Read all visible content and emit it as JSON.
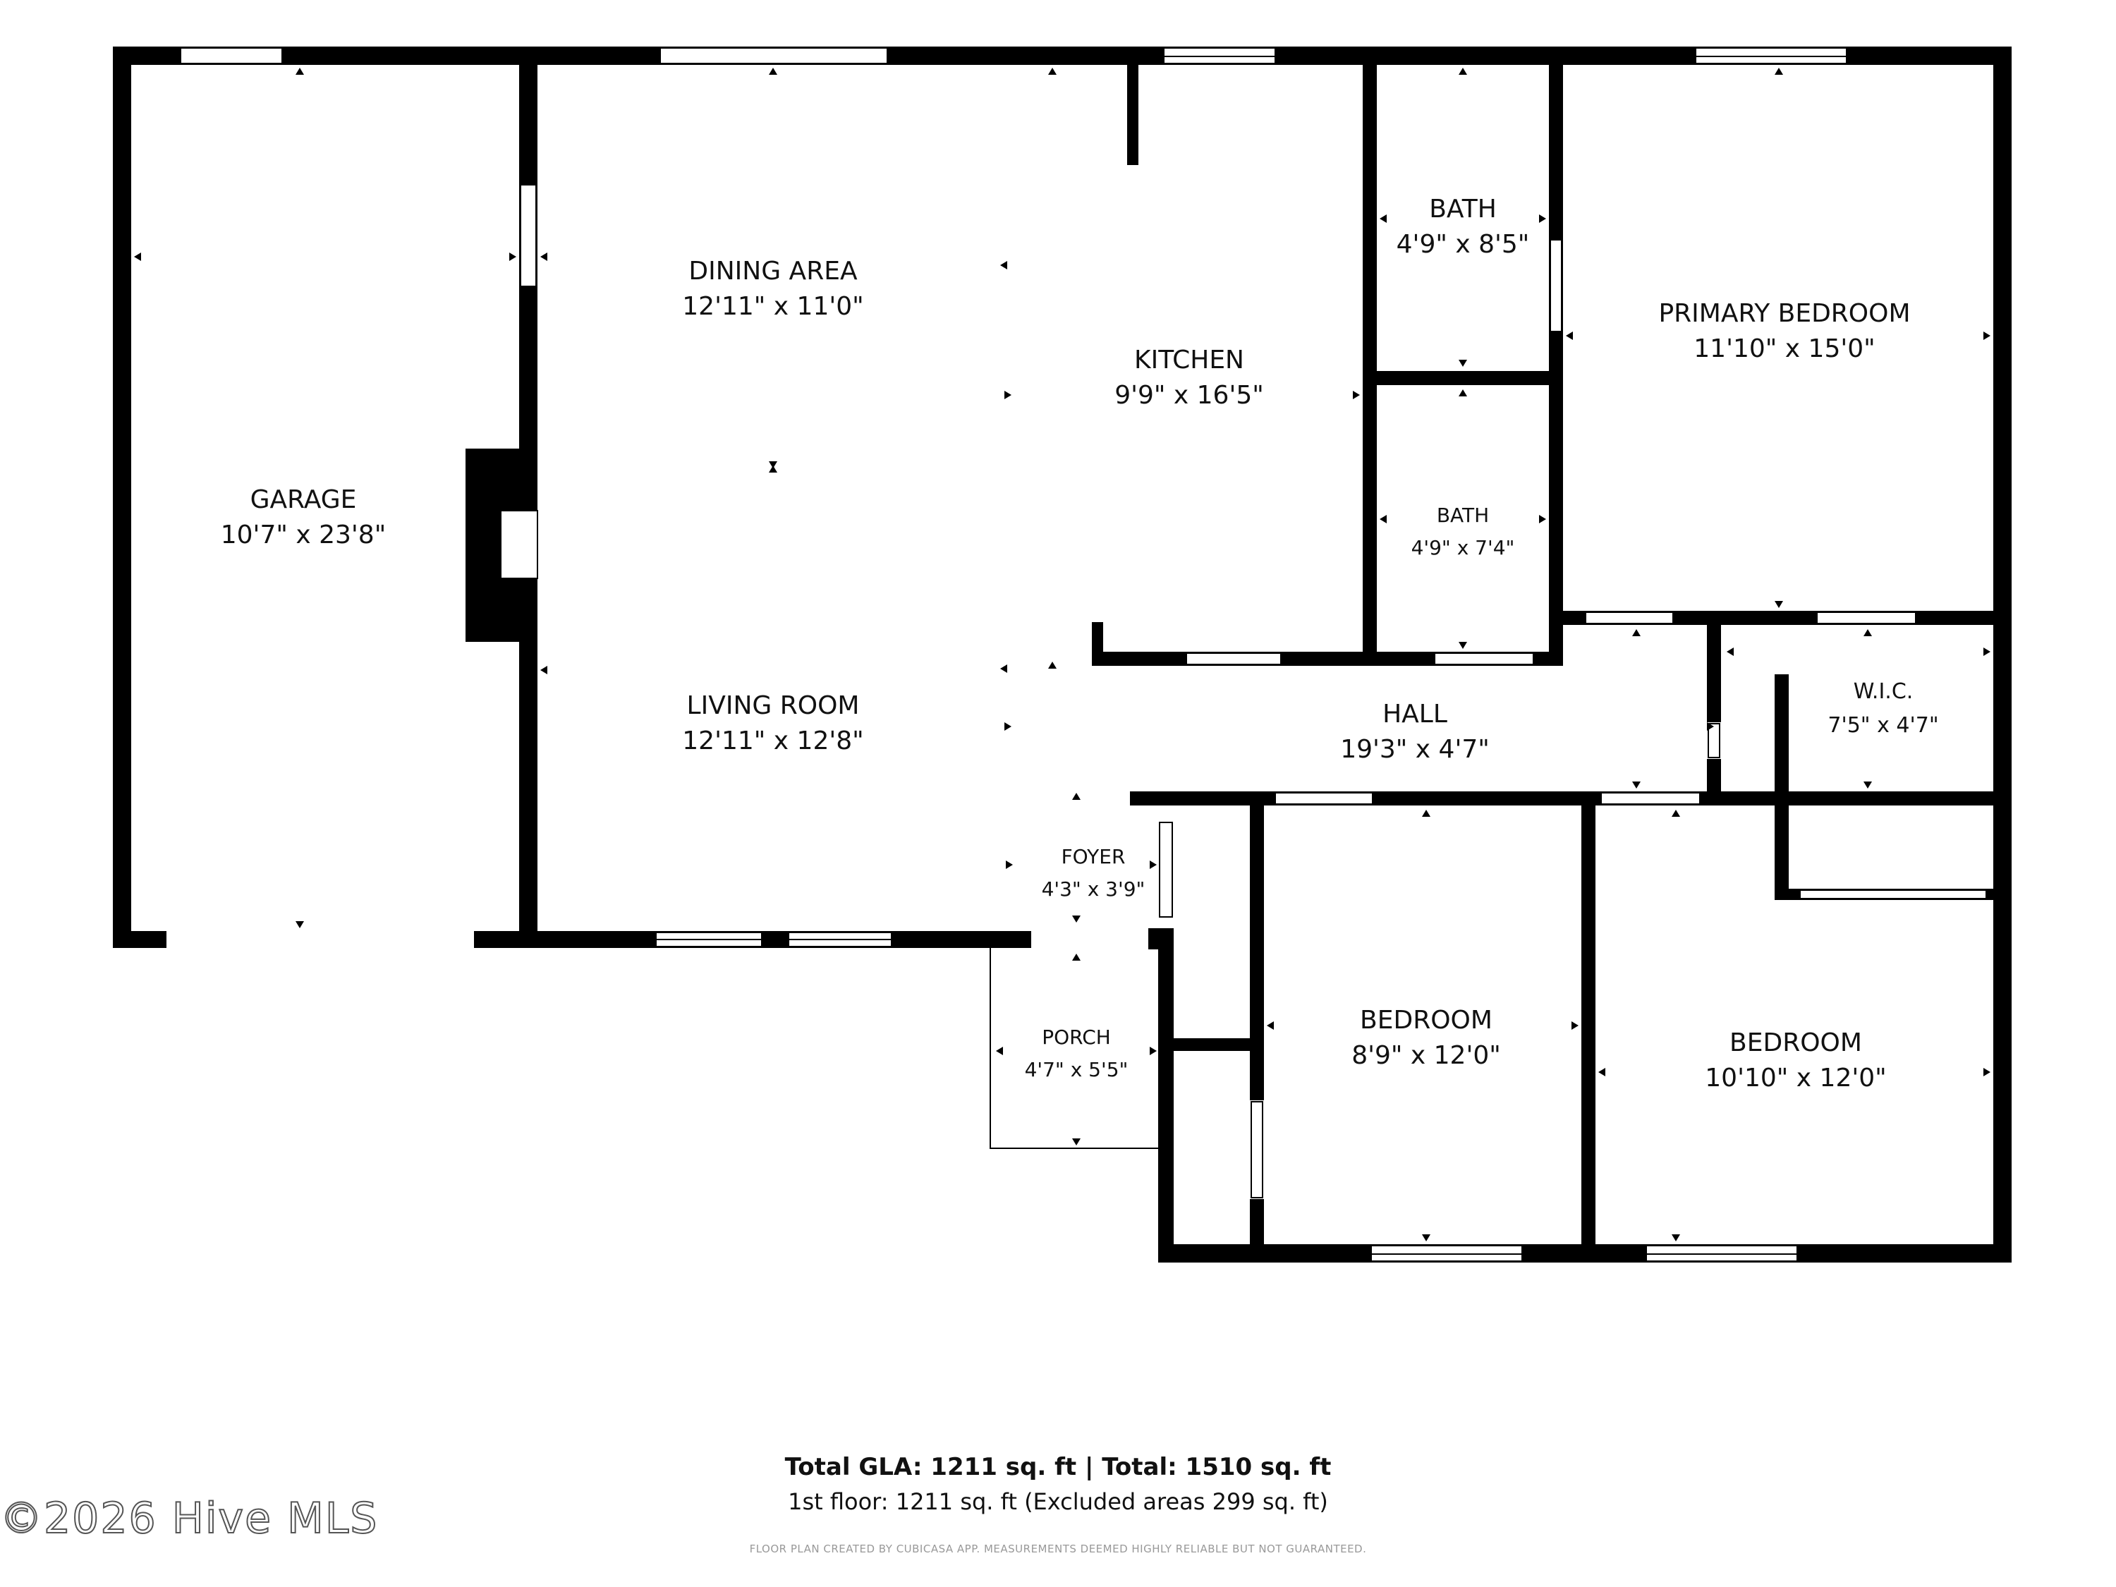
{
  "rooms": {
    "garage": {
      "name": "GARAGE",
      "dims": "10'7\" x 23'8\""
    },
    "dining": {
      "name": "DINING AREA",
      "dims": "12'11\" x 11'0\""
    },
    "kitchen": {
      "name": "KITCHEN",
      "dims": "9'9\" x 16'5\""
    },
    "bath1": {
      "name": "BATH",
      "dims": "4'9\" x 8'5\""
    },
    "bath2": {
      "name": "BATH",
      "dims": "4'9\" x 7'4\""
    },
    "primary": {
      "name": "PRIMARY BEDROOM",
      "dims": "11'10\" x 15'0\""
    },
    "living": {
      "name": "LIVING ROOM",
      "dims": "12'11\" x 12'8\""
    },
    "hall": {
      "name": "HALL",
      "dims": "19'3\" x 4'7\""
    },
    "wic": {
      "name": "W.I.C.",
      "dims": "7'5\" x 4'7\""
    },
    "foyer": {
      "name": "FOYER",
      "dims": "4'3\" x 3'9\""
    },
    "porch": {
      "name": "PORCH",
      "dims": "4'7\" x 5'5\""
    },
    "bedroom1": {
      "name": "BEDROOM",
      "dims": "8'9\" x 12'0\""
    },
    "bedroom2": {
      "name": "BEDROOM",
      "dims": "10'10\" x 12'0\""
    }
  },
  "footer": {
    "summary": "Total GLA: 1211 sq. ft | Total: 1510 sq. ft",
    "floor": "1st floor: 1211 sq. ft (Excluded areas 299 sq. ft)",
    "disclaimer": "FLOOR PLAN CREATED BY CUBICASA APP. MEASUREMENTS DEEMED HIGHLY RELIABLE BUT NOT GUARANTEED."
  },
  "watermark": "©2026 Hive MLS",
  "colors": {
    "wall": "#000000",
    "window": "#ffffff",
    "hatch": "#000000",
    "background": "#ffffff"
  }
}
